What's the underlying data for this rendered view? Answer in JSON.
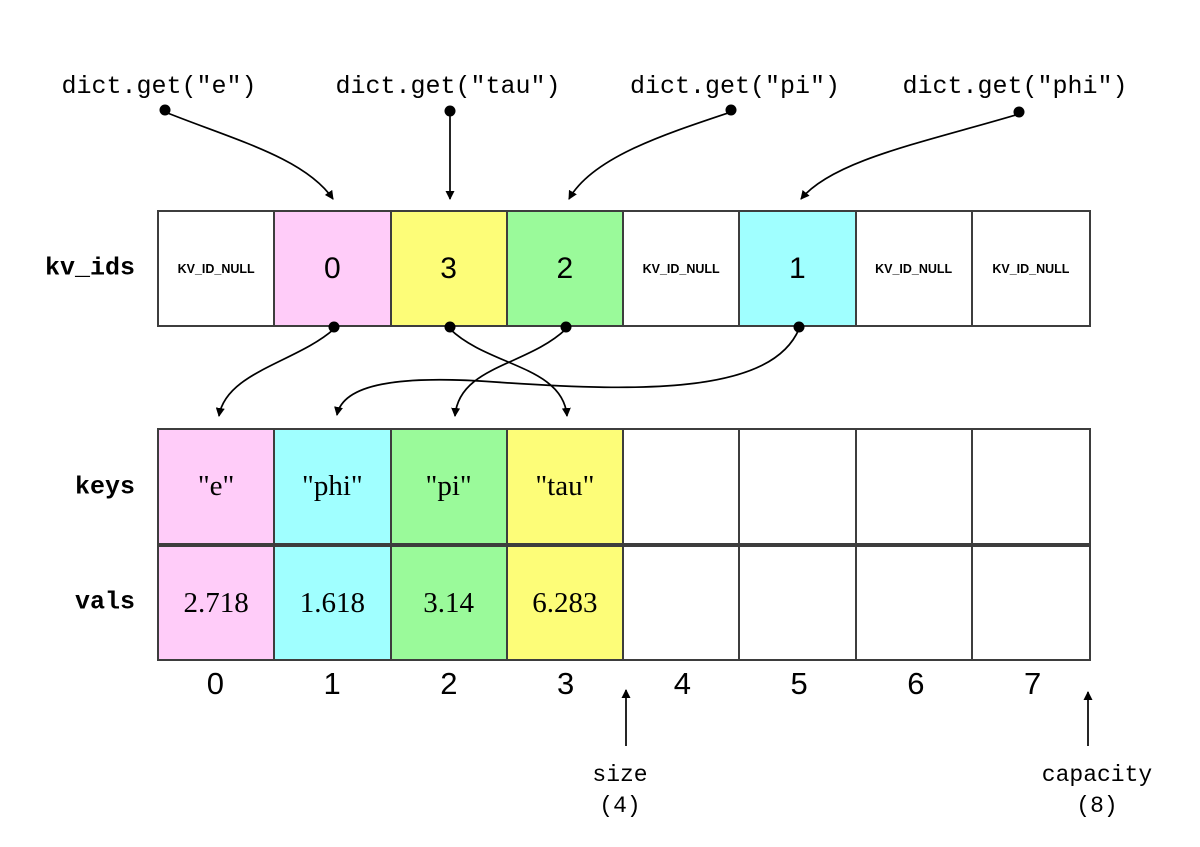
{
  "title": "hash table open addressing diagram",
  "colors": {
    "pink": "#FFCCF9",
    "cyan": "#A0FFFF",
    "green": "#9AFA9A",
    "yellow": "#FDFD78",
    "white": "#FFFFFF",
    "border": "#3D3D3D",
    "line": "#000000"
  },
  "lookups": [
    {
      "label": "dict.get(\"e\")"
    },
    {
      "label": "dict.get(\"tau\")"
    },
    {
      "label": "dict.get(\"pi\")"
    },
    {
      "label": "dict.get(\"phi\")"
    }
  ],
  "rows": {
    "kv_ids": {
      "label": "kv_ids",
      "cells": [
        {
          "text": "KV_ID_NULL",
          "color": "white",
          "small": true
        },
        {
          "text": "0",
          "color": "pink"
        },
        {
          "text": "3",
          "color": "yellow"
        },
        {
          "text": "2",
          "color": "green"
        },
        {
          "text": "KV_ID_NULL",
          "color": "white",
          "small": true
        },
        {
          "text": "1",
          "color": "cyan"
        },
        {
          "text": "KV_ID_NULL",
          "color": "white",
          "small": true
        },
        {
          "text": "KV_ID_NULL",
          "color": "white",
          "small": true
        }
      ]
    },
    "keys": {
      "label": "keys",
      "cells": [
        {
          "text": "\"e\"",
          "color": "pink"
        },
        {
          "text": "\"phi\"",
          "color": "cyan"
        },
        {
          "text": "\"pi\"",
          "color": "green"
        },
        {
          "text": "\"tau\"",
          "color": "yellow"
        },
        {
          "text": "",
          "color": "white"
        },
        {
          "text": "",
          "color": "white"
        },
        {
          "text": "",
          "color": "white"
        },
        {
          "text": "",
          "color": "white"
        }
      ]
    },
    "vals": {
      "label": "vals",
      "cells": [
        {
          "text": "2.718",
          "color": "pink"
        },
        {
          "text": "1.618",
          "color": "cyan"
        },
        {
          "text": "3.14",
          "color": "green"
        },
        {
          "text": "6.283",
          "color": "yellow"
        },
        {
          "text": "",
          "color": "white"
        },
        {
          "text": "",
          "color": "white"
        },
        {
          "text": "",
          "color": "white"
        },
        {
          "text": "",
          "color": "white"
        }
      ]
    }
  },
  "indices": [
    "0",
    "1",
    "2",
    "3",
    "4",
    "5",
    "6",
    "7"
  ],
  "annotations": {
    "size": {
      "label": "size",
      "value": "(4)"
    },
    "capacity": {
      "label": "capacity",
      "value": "(8)"
    }
  }
}
